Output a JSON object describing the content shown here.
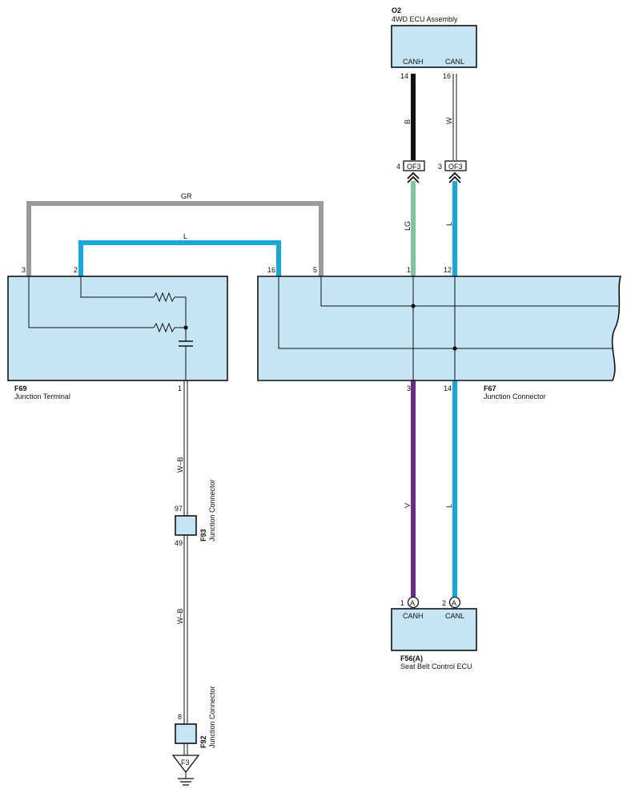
{
  "components": {
    "o2": {
      "code": "O2",
      "name": "4WD ECU Assembly",
      "pin_canh_label": "CANH",
      "pin_canl_label": "CANL",
      "pin_canh": "14",
      "pin_canl": "16"
    },
    "f69": {
      "code": "F69",
      "name": "Junction Terminal",
      "pin_gr": "3",
      "pin_l": "2",
      "pin_gnd": "1"
    },
    "f67": {
      "code": "F67",
      "name": "Junction Connector",
      "pin_l_left": "16",
      "pin_gr_right": "5",
      "pin_lg": "1",
      "pin_l_top": "12",
      "pin_v": "3",
      "pin_l_bottom": "14"
    },
    "f56": {
      "code": "F56(A)",
      "name": "Seat Belt Control ECU",
      "pin_canh_label": "CANH",
      "pin_canl_label": "CANL",
      "pin_canh": "1",
      "pin_canl": "2",
      "tag": "A"
    },
    "f93": {
      "code": "F93",
      "name": "Junction Connector",
      "pin_top": "97",
      "pin_bottom": "49"
    },
    "f92": {
      "code": "F92",
      "name": "Junction Connector",
      "pin": "8"
    },
    "of3": {
      "code": "OF3",
      "pin_left": "4",
      "pin_right": "3"
    },
    "ground": {
      "code": "F3"
    }
  },
  "wires": {
    "gr": "GR",
    "l_top": "L",
    "b": "B",
    "w": "W",
    "lg": "LG",
    "l_mid": "L",
    "v": "V",
    "l_bottom": "L",
    "wb_top": "W–B",
    "wb_bottom": "W–B"
  },
  "colors": {
    "connector_fill": "#c5e5f5",
    "wire_gr": "#9a9a9a",
    "wire_l": "#14a8e0",
    "wire_b": "#111111",
    "wire_lg": "#7cc79a",
    "wire_v": "#6a2c91"
  }
}
